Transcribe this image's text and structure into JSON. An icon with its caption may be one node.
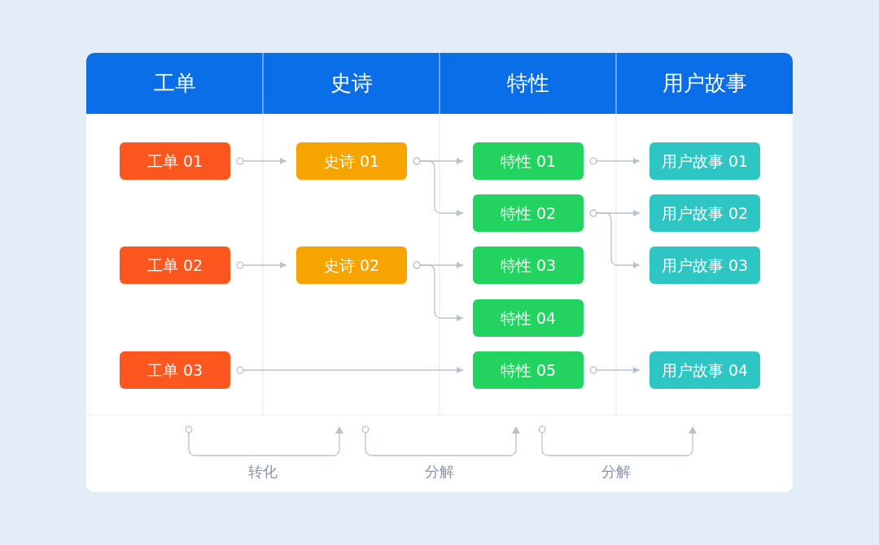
{
  "diagram": {
    "nodes": [
      {
        "text": [
          "工单"
        ]
      },
      {
        "text": [
          "史诗"
        ]
      },
      {
        "text": [
          "特性"
        ]
      },
      {
        "text": [
          "用户故事"
        ]
      },
      {
        "text": [
          "工单 01"
        ]
      },
      {
        "text": [
          "工单 02"
        ]
      },
      {
        "text": [
          "工单 03"
        ]
      },
      {
        "text": [
          "史诗 01"
        ]
      },
      {
        "text": [
          "史诗 02"
        ]
      },
      {
        "text": [
          "特性 01"
        ]
      },
      {
        "text": [
          "特性 02"
        ]
      },
      {
        "text": [
          "特性 03"
        ]
      },
      {
        "text": [
          "特性 04"
        ]
      },
      {
        "text": [
          "特性 05"
        ]
      },
      {
        "text": [
          "用户故事 01"
        ]
      },
      {
        "text": [
          "用户故事 02"
        ]
      },
      {
        "text": [
          "用户故事 03"
        ]
      },
      {
        "text": [
          "用户故事 04"
        ]
      }
    ],
    "edges": [
      {
        "from": 4,
        "to": 7,
        "arrow": "to"
      },
      {
        "from": 5,
        "to": 8,
        "arrow": "to"
      },
      {
        "from": 6,
        "to": 13,
        "arrow": "to"
      },
      {
        "from": 7,
        "to": 9,
        "arrow": "to"
      },
      {
        "from": 7,
        "to": 10,
        "arrow": "to"
      },
      {
        "from": 8,
        "to": 11,
        "arrow": "to"
      },
      {
        "from": 8,
        "to": 12,
        "arrow": "to"
      },
      {
        "from": 9,
        "to": 14,
        "arrow": "to"
      },
      {
        "from": 10,
        "to": 15,
        "arrow": "to"
      },
      {
        "from": 10,
        "to": 16,
        "arrow": "to"
      },
      {
        "from": 13,
        "to": 17,
        "arrow": "to"
      }
    ],
    "labels": [
      "转化",
      "分解",
      "分解"
    ]
  }
}
